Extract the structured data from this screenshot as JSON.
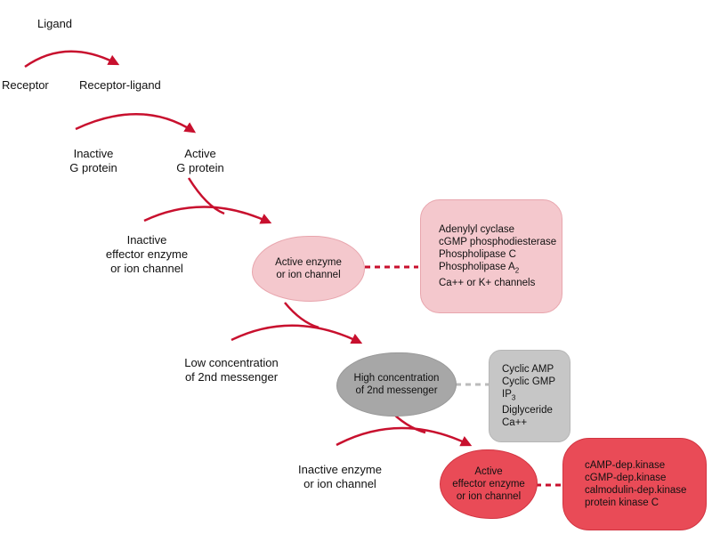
{
  "colors": {
    "arrow": "#c8102e",
    "pink_light": "#f4c8cd",
    "pink_light_border": "#e8a5ad",
    "gray": "#a7a7a7",
    "gray_light": "#c6c6c6",
    "red": "#e94b57",
    "red_border": "#d23441"
  },
  "labels": {
    "ligand": "Ligand",
    "receptor": "Receptor",
    "receptor_ligand": "Receptor-ligand",
    "inactive_g": [
      "Inactive",
      "G protein"
    ],
    "active_g": [
      "Active",
      "G protein"
    ],
    "inactive_effector": [
      "Inactive",
      "effector enzyme",
      "or ion channel"
    ],
    "low_conc": [
      "Low concentration",
      "of 2nd messenger"
    ],
    "inactive_enzyme": [
      "Inactive enzyme",
      "or ion channel"
    ]
  },
  "blobs": {
    "active_enzyme": [
      "Active enzyme",
      "or ion channel"
    ],
    "high_conc": [
      "High concentration",
      "of 2nd messenger"
    ],
    "active_effector": [
      "Active",
      "effector enzyme",
      "or ion channel"
    ]
  },
  "boxes": {
    "enzymes": [
      "Adenylyl cyclase",
      "cGMP phosphodiesterase",
      "Phospholipase C",
      "Phospholipase A",
      "Ca++ or K+ channels"
    ],
    "enzymes_subscript": "2",
    "messengers": [
      "Cyclic AMP",
      "Cyclic GMP",
      "IP",
      "Diglyceride",
      "Ca++"
    ],
    "messengers_subscript": "3",
    "kinases": [
      "cAMP-dep.kinase",
      "cGMP-dep.kinase",
      "calmodulin-dep.kinase",
      "protein kinase C"
    ]
  }
}
